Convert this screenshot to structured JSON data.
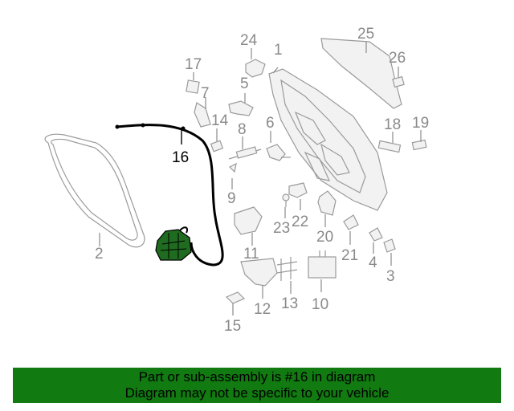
{
  "callouts": [
    "1",
    "2",
    "3",
    "4",
    "5",
    "6",
    "7",
    "8",
    "9",
    "10",
    "11",
    "12",
    "13",
    "14",
    "15",
    "16",
    "17",
    "18",
    "19",
    "20",
    "21",
    "22",
    "23",
    "24",
    "25",
    "26"
  ],
  "highlighted_part": "16",
  "footer": {
    "line1": "Part or sub-assembly is #16 in diagram",
    "line2": "Diagram may not be specific to your vehicle"
  },
  "colors": {
    "footer_band": "#117a11",
    "highlight_part": "#1f6b1f",
    "part_stroke": "#9a9a9a",
    "callout_text": "#8a8a8a"
  }
}
